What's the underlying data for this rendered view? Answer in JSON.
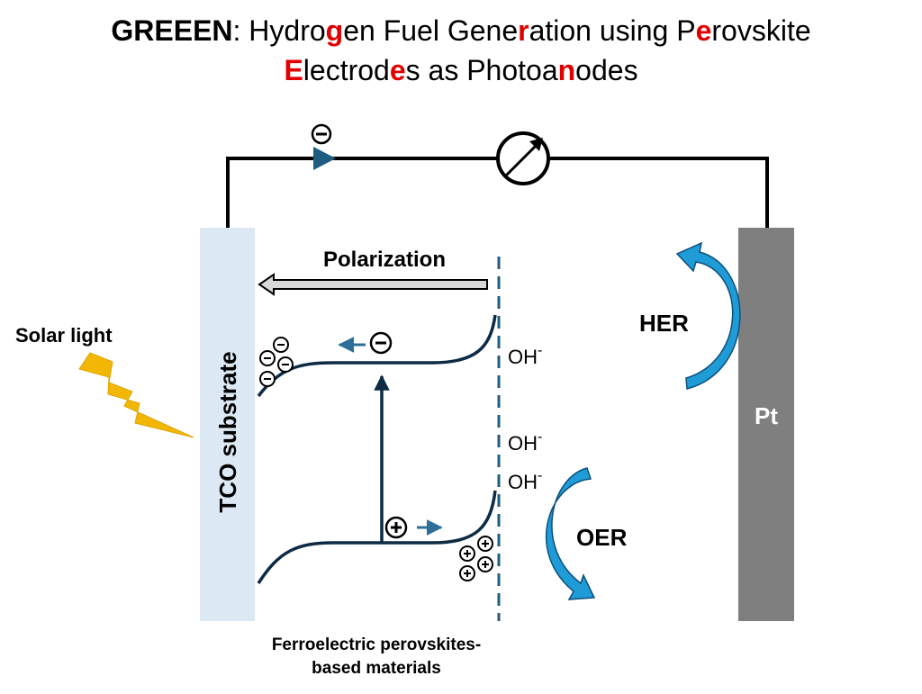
{
  "title": {
    "line1": [
      {
        "text": "GREEEN",
        "style": "bold"
      },
      {
        "text": ": Hydro",
        "style": "plain"
      },
      {
        "text": "g",
        "style": "red"
      },
      {
        "text": "en Fuel Gene",
        "style": "plain"
      },
      {
        "text": "r",
        "style": "red"
      },
      {
        "text": "ation using P",
        "style": "plain"
      },
      {
        "text": "e",
        "style": "red"
      },
      {
        "text": "rovskite",
        "style": "plain"
      }
    ],
    "line2": [
      {
        "text": "E",
        "style": "red"
      },
      {
        "text": "lectrod",
        "style": "plain"
      },
      {
        "text": "e",
        "style": "red"
      },
      {
        "text": "s as Photoa",
        "style": "plain"
      },
      {
        "text": "n",
        "style": "red"
      },
      {
        "text": "odes",
        "style": "plain"
      }
    ]
  },
  "labels": {
    "polarization": "Polarization",
    "solar_light": "Solar light",
    "tco": "TCO substrate",
    "pt": "Pt",
    "her": "HER",
    "oer": "OER",
    "oh": "OH",
    "oh_charge": "-",
    "material_line1": "Ferroelectric perovskites-",
    "material_line2": "based materials"
  },
  "colors": {
    "tco_fill": "#dce9f5",
    "pt_fill": "#7f7f7f",
    "band_line": "#0d2b45",
    "arrow_blue": "#1f9bd7",
    "small_arrow": "#2d6f96",
    "dashed_line": "#1e5c82",
    "bolt": "#f2b705",
    "title_red": "#e00000"
  },
  "icons": {
    "electron": "minus-in-circle",
    "hole": "plus-in-circle",
    "meter": "ammeter-circle-with-arrow",
    "solar": "lightning-bolt"
  }
}
